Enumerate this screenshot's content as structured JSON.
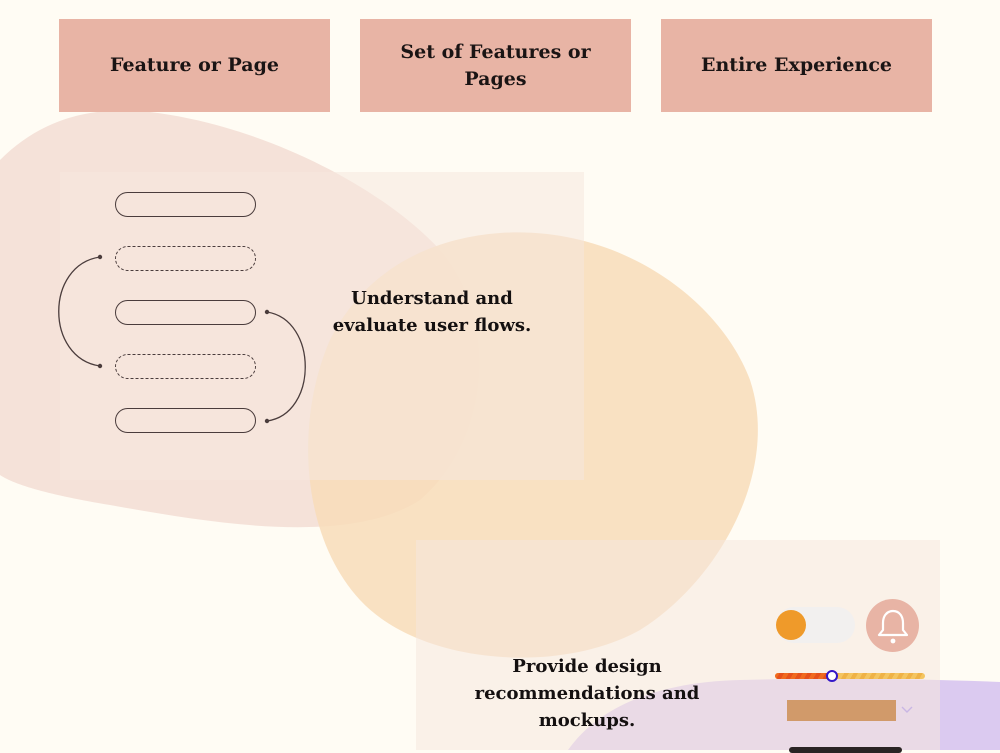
{
  "scopes": [
    {
      "label": "Feature or Page"
    },
    {
      "label": "Set of Features or Pages"
    },
    {
      "label": "Entire Experience"
    }
  ],
  "flow_card": {
    "caption": "Understand and evaluate user flows.",
    "steps": [
      {
        "style": "solid"
      },
      {
        "style": "dashed"
      },
      {
        "style": "solid"
      },
      {
        "style": "dashed"
      },
      {
        "style": "solid"
      }
    ]
  },
  "design_card": {
    "caption": "Provide design recommendations and mockups.",
    "toggle_on": true,
    "slider_value": 0.37
  },
  "colors": {
    "tab_fill": "#e8b4a5",
    "peach_blob": "#f8dcb8",
    "pink_blob": "#f3ddd3",
    "lavender_blob": "#dbcaf0",
    "toggle_knob": "#ef9a2a",
    "slider_thumb_border": "#3418c8",
    "dropdown_fill": "#d19a6a"
  },
  "icons": {
    "bell": "bell-icon",
    "chevron": "chevron-down-icon"
  }
}
